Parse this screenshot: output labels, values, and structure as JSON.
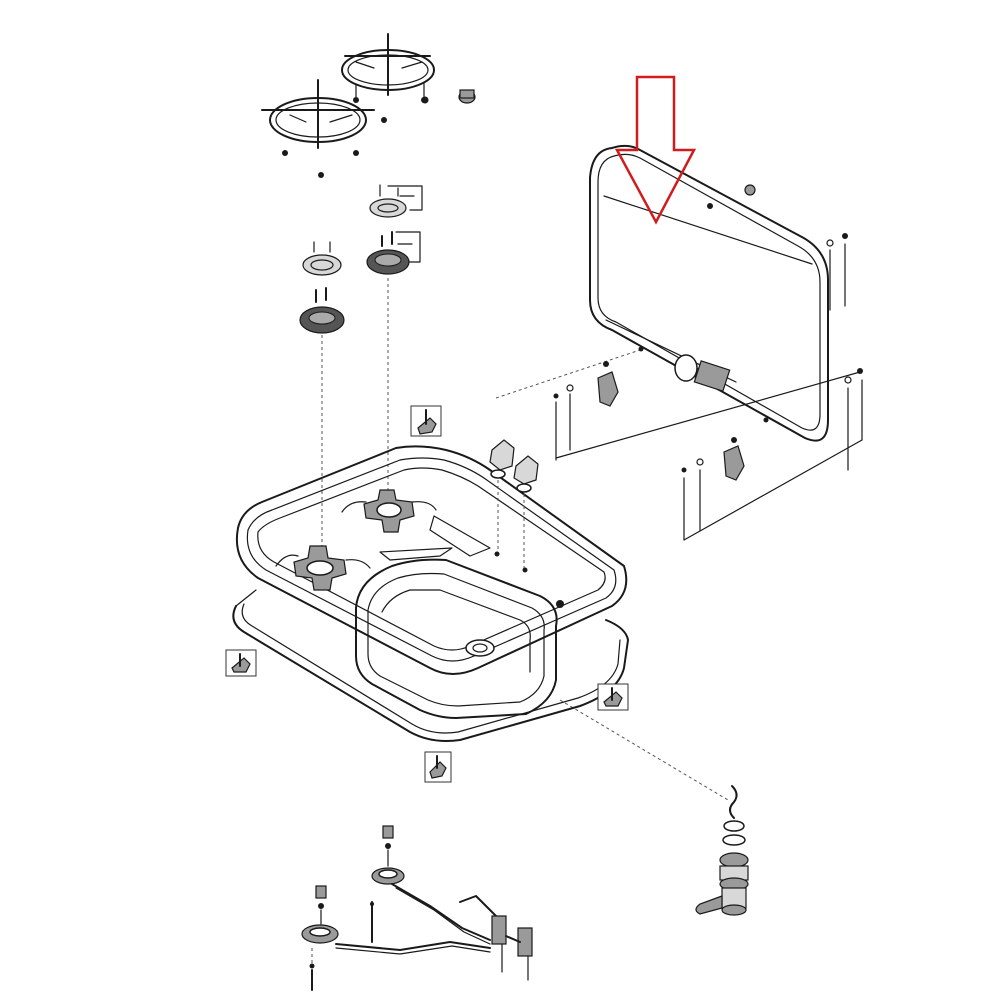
{
  "figure": {
    "highlight_color": "#d01c1c",
    "line_color": "#1a1a1a",
    "icons": [
      "down-arrow-indicator",
      "pan-support",
      "burner-cap",
      "burner-head",
      "glass-lid",
      "lid-hinge",
      "hob-sink-body",
      "sink-bowl",
      "gasket",
      "mounting-clamp",
      "drain-waste",
      "gas-pipe-assembly",
      "control-knob"
    ]
  }
}
